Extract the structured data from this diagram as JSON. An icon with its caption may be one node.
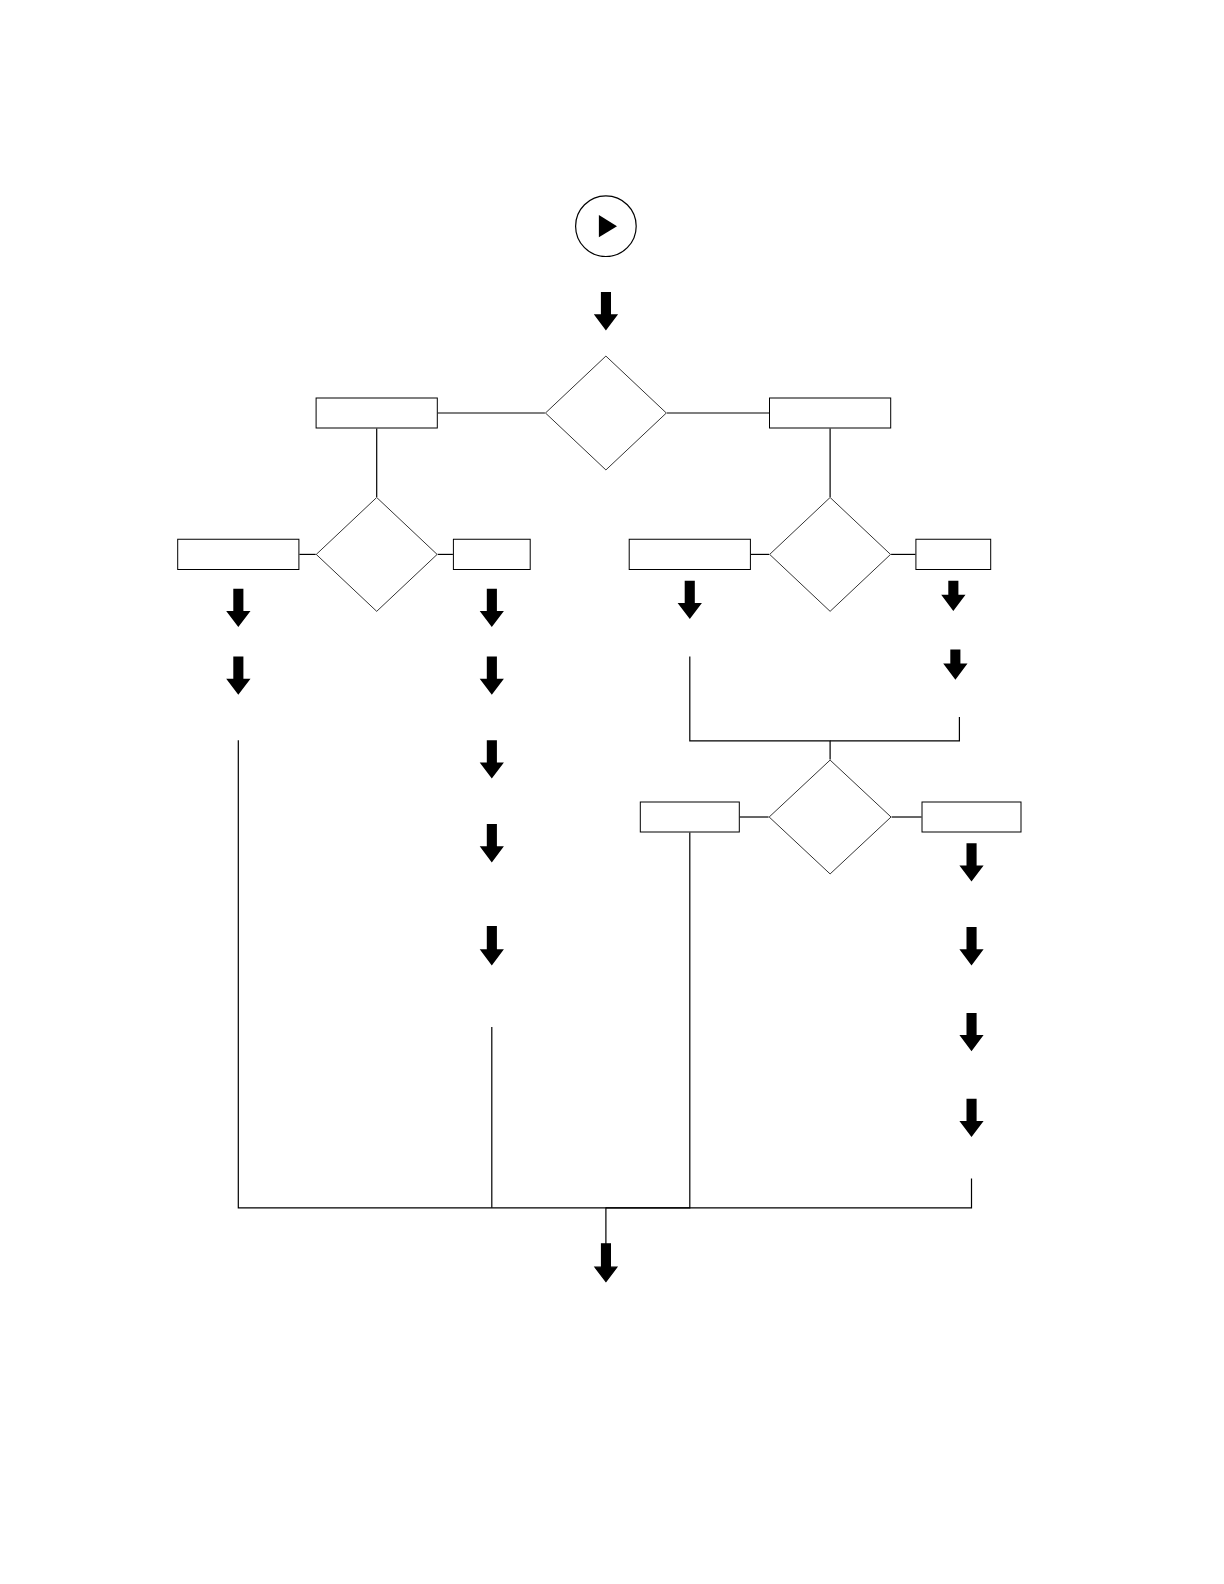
{
  "diagram": {
    "nodes": [
      {
        "text": [],
        "shape": "circle"
      },
      {
        "text": [],
        "shape": "diamond"
      },
      {
        "text": [],
        "shape": "box"
      },
      {
        "text": [],
        "shape": "box"
      },
      {
        "text": [],
        "shape": "diamond"
      },
      {
        "text": [],
        "shape": "box"
      },
      {
        "text": [],
        "shape": "box"
      },
      {
        "text": [],
        "shape": "diamond"
      },
      {
        "text": [],
        "shape": "box"
      },
      {
        "text": [],
        "shape": "box"
      },
      {
        "text": [],
        "shape": "diamond"
      },
      {
        "text": [],
        "shape": "box"
      },
      {
        "text": [],
        "shape": "box"
      }
    ],
    "edges": [
      {
        "from": 0,
        "to": 1,
        "arrow": "to",
        "style": "thick"
      },
      {
        "from": 1,
        "to": 2,
        "arrow": "none"
      },
      {
        "from": 1,
        "to": 3,
        "arrow": "none"
      },
      {
        "from": 2,
        "to": 4,
        "arrow": "none"
      },
      {
        "from": 3,
        "to": 7,
        "arrow": "none"
      },
      {
        "from": 4,
        "to": 5,
        "arrow": "none"
      },
      {
        "from": 4,
        "to": 6,
        "arrow": "none"
      },
      {
        "from": 7,
        "to": 8,
        "arrow": "none"
      },
      {
        "from": 7,
        "to": 9,
        "arrow": "none"
      },
      {
        "from": 10,
        "to": 11,
        "arrow": "none"
      },
      {
        "from": 10,
        "to": 12,
        "arrow": "none"
      },
      {
        "from": 5,
        "to": null,
        "arrow": "to",
        "style": "thick"
      },
      {
        "from": 6,
        "to": null,
        "arrow": "to",
        "style": "thick"
      },
      {
        "from": 8,
        "to": null,
        "arrow": "to",
        "style": "thick"
      },
      {
        "from": 9,
        "to": null,
        "arrow": "to",
        "style": "thick"
      },
      {
        "from": 12,
        "to": null,
        "arrow": "to",
        "style": "thick"
      },
      {
        "from": null,
        "to": 10,
        "arrow": "none"
      },
      {
        "from": null,
        "to": 10,
        "arrow": "none"
      },
      {
        "from": 11,
        "to": null,
        "arrow": "to"
      }
    ]
  }
}
